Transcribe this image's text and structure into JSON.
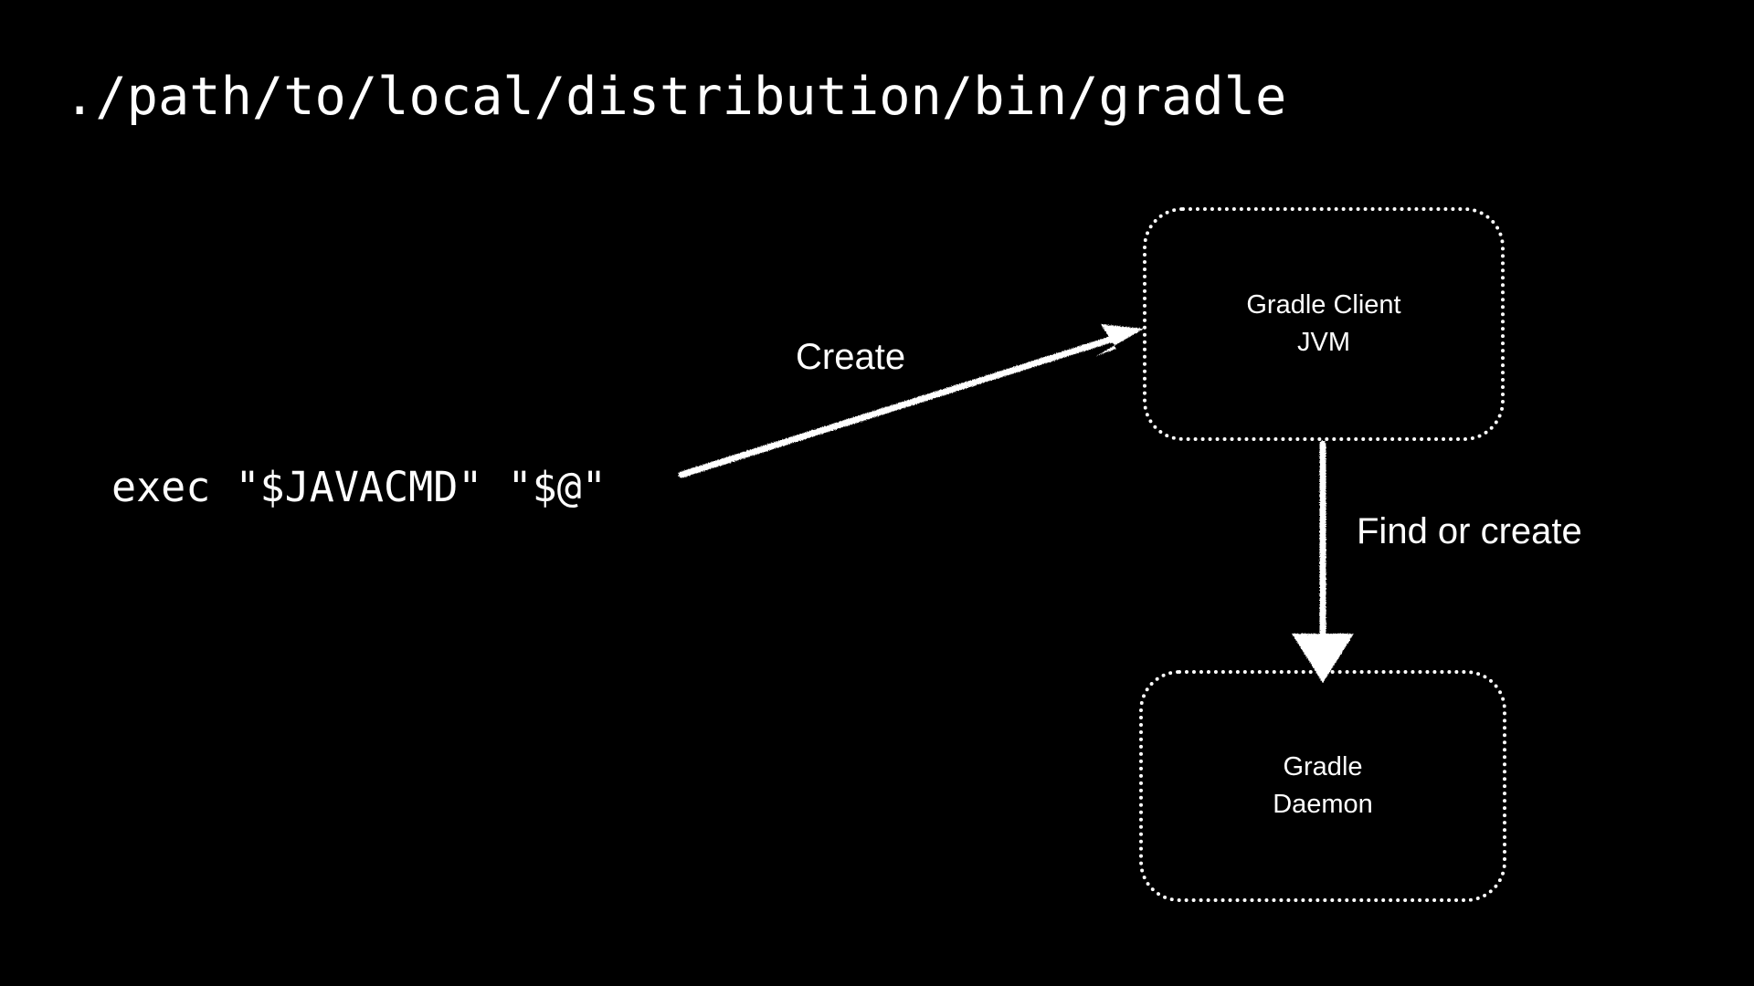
{
  "slide": {
    "background_color": "#000000",
    "foreground_color": "#ffffff"
  },
  "title": {
    "command": "./path/to/local/distribution/bin/gradle"
  },
  "code": {
    "exec_command": "exec \"$JAVACMD\" \"$@\""
  },
  "diagram": {
    "type": "flow",
    "nodes": [
      {
        "id": "gradle-client-jvm",
        "label": "Gradle Client\nJVM",
        "line1": "Gradle Client",
        "line2": "JVM",
        "shape": "rounded-rectangle",
        "border_style": "dotted",
        "border_color": "#ffffff"
      },
      {
        "id": "gradle-daemon",
        "label": "Gradle\nDaemon",
        "line1": "Gradle",
        "line2": "Daemon",
        "shape": "rounded-rectangle",
        "border_style": "dotted",
        "border_color": "#ffffff"
      }
    ],
    "edges": [
      {
        "id": "exec-to-client",
        "label": "Create",
        "from": "exec_command",
        "to": "gradle-client-jvm",
        "direction": "diagonal-up-right",
        "style": "hand-drawn-solid",
        "arrowhead": "filled-triangle"
      },
      {
        "id": "client-to-daemon",
        "label": "Find or create",
        "from": "gradle-client-jvm",
        "to": "gradle-daemon",
        "direction": "down",
        "style": "hand-drawn-solid",
        "arrowhead": "filled-triangle"
      }
    ]
  }
}
